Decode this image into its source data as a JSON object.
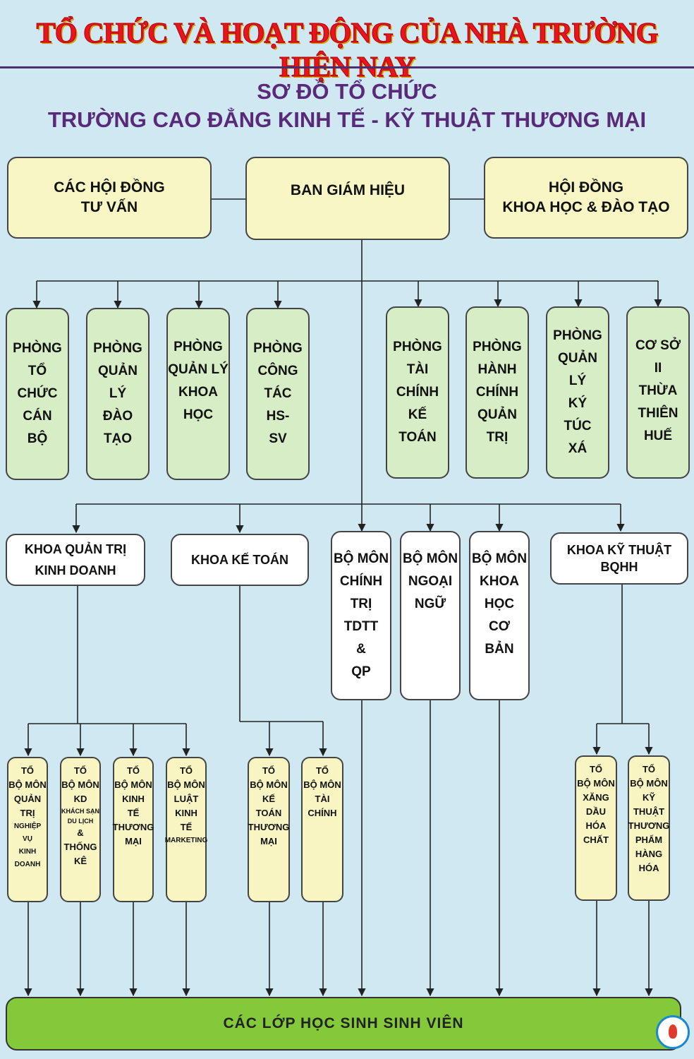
{
  "banner": {
    "title": "TỔ CHỨC VÀ HOẠT ĐỘNG CỦA NHÀ TRƯỜNG HIỆN NAY"
  },
  "heading": {
    "line1": "SƠ  ĐỒ TỔ CHỨC",
    "line2": "TRƯỜNG CAO ĐẲNG KINH TẾ - KỸ THUẬT THƯƠNG MẠI"
  },
  "top": {
    "advisory": [
      "CÁC HỘI ĐỒNG",
      "TƯ VẤN"
    ],
    "board": "BAN GIÁM HIỆU",
    "council": [
      "HỘI ĐỒNG",
      "KHOA HỌC & ĐÀO TẠO"
    ]
  },
  "departments": [
    [
      "PHÒNG",
      "TỔ",
      "CHỨC",
      "CÁN",
      "BỘ"
    ],
    [
      "PHÒNG",
      "QUẢN",
      "LÝ",
      "ĐÀO",
      "TẠO"
    ],
    [
      "PHÒNG",
      "QUẢN LÝ",
      "KHOA",
      "HỌC"
    ],
    [
      "PHÒNG",
      "CÔNG",
      "TÁC",
      "HS-",
      "SV"
    ],
    [
      "PHÒNG",
      "TÀI",
      "CHÍNH",
      "KẾ",
      "TOÁN"
    ],
    [
      "PHÒNG",
      "HÀNH",
      "CHÍNH",
      "QUẢN",
      "TRỊ"
    ],
    [
      "PHÒNG",
      "QUẢN",
      "LÝ",
      "KÝ",
      "TÚC",
      "XÁ"
    ],
    [
      "CƠ SỞ",
      "II",
      "THỪA",
      "THIÊN",
      "HUẾ"
    ]
  ],
  "faculties": {
    "business": [
      "KHOA QUẢN TRỊ",
      "KINH DOANH"
    ],
    "accounting": "KHOA KẾ TOÁN",
    "technical": [
      "KHOA KỸ THUẬT",
      "BQHH"
    ]
  },
  "subjects": [
    [
      "BỘ MÔN",
      "CHÍNH",
      "TRỊ",
      "TDTT",
      "&",
      "QP"
    ],
    [
      "BỘ MÔN",
      "NGOẠI",
      "NGỮ"
    ],
    [
      "BỘ MÔN",
      "KHOA",
      "HỌC",
      "CƠ",
      "BẢN"
    ]
  ],
  "groups": {
    "business": [
      [
        "TỔ",
        "BỘ MÔN",
        "QUẢN",
        "TRỊ",
        "NGHIỆP VỤ",
        "KINH DOANH"
      ],
      [
        "TỔ",
        "BỘ MÔN",
        "KD",
        "KHÁCH SẠN",
        "DU LỊCH",
        "&",
        "THỐNG",
        "KÊ"
      ],
      [
        "TỔ",
        "BỘ MÔN",
        "KINH",
        "TẾ",
        "THƯƠNG",
        "MẠI"
      ],
      [
        "TỔ",
        "BỘ MÔN",
        "LUẬT",
        "KINH",
        "TẾ",
        "MARKETING"
      ]
    ],
    "accounting": [
      [
        "TỔ",
        "BỘ MÔN",
        "KẾ",
        "TOÁN",
        "THƯƠNG",
        "MẠI"
      ],
      [
        "TỔ",
        "BỘ MÔN",
        "TÀI",
        "CHÍNH"
      ]
    ],
    "technical": [
      [
        "TỔ",
        "BỘ MÔN",
        "XĂNG",
        "DẦU",
        "HÓA",
        "CHẤT"
      ],
      [
        "TỔ",
        "BỘ MÔN",
        "KỸ",
        "THUẬT",
        "THƯƠNG",
        "PHẨM",
        "HÀNG",
        "HÓA"
      ]
    ]
  },
  "bottom": {
    "label": "CÁC LỚP HỌC SINH SINH VIÊN"
  }
}
